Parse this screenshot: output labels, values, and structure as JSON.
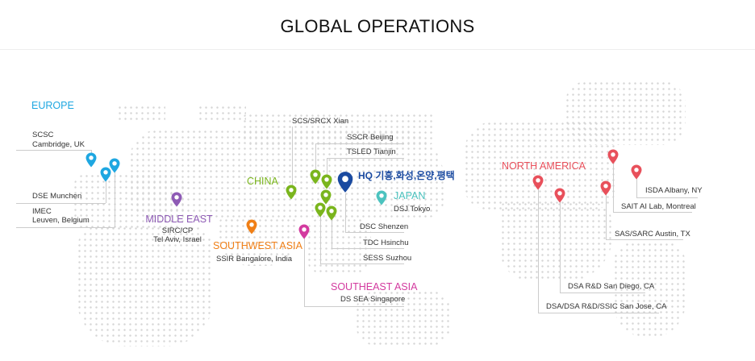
{
  "title": "GLOBAL OPERATIONS",
  "colors": {
    "europe": "#1ea7e1",
    "middle_east": "#8e5bb5",
    "southwest_asia": "#f07f16",
    "china": "#7ab51d",
    "hq": "#1a4aa0",
    "japan": "#4cc3bf",
    "southeast_asia": "#d33a9f",
    "north_america": "#e8505b"
  },
  "regions": {
    "europe": {
      "label": "EUROPE",
      "sites": [
        "SCSC",
        "Cambridge, UK",
        "DSE Munchen",
        "IMEC",
        "Leuven, Belgium"
      ]
    },
    "middle_east": {
      "label": "MIDDLE EAST",
      "sites": [
        "SIRC/CP",
        "Tel Aviv, Israel"
      ]
    },
    "southwest_asia": {
      "label": "SOUTHWEST ASIA",
      "sites": [
        "SSIR Bangalore, India"
      ]
    },
    "china": {
      "label": "CHINA",
      "sites": [
        "SCS/SRCX Xian",
        "SSCR Beijing",
        "TSLED Tianjin",
        "DSC Shenzen",
        "TDC Hsinchu",
        "SESS Suzhou"
      ]
    },
    "hq": {
      "label": "HQ 기흥,화성,온양,평택"
    },
    "japan": {
      "label": "JAPAN",
      "sites": [
        "DSJ Tokyo"
      ]
    },
    "southeast_asia": {
      "label": "SOUTHEAST ASIA",
      "sites": [
        "DS SEA Singapore"
      ]
    },
    "north_america": {
      "label": "NORTH AMERICA",
      "sites": [
        "ISDA Albany, NY",
        "SAIT AI Lab, Montreal",
        "SAS/SARC Austin, TX",
        "DSA R&D San Diego, CA",
        "DSA/DSA R&D/SSIC San Jose, CA"
      ]
    }
  }
}
